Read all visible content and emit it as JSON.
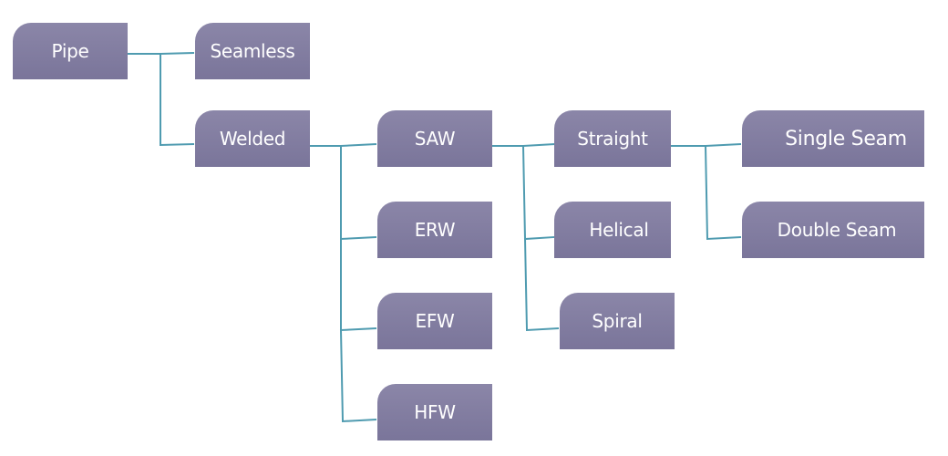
{
  "colors": {
    "node_fill_top": "#8b86a8",
    "node_fill_bottom": "#7a759a",
    "connector": "#4f9bb0",
    "text": "#ffffff"
  },
  "nodes": {
    "pipe": "Pipe",
    "seamless": "Seamless",
    "welded": "Welded",
    "saw": "SAW",
    "erw": "ERW",
    "efw": "EFW",
    "hfw": "HFW",
    "straight": "Straight",
    "helical": "Helical",
    "spiral": "Spiral",
    "single_seam": "Single Seam",
    "double_seam": "Double Seam"
  },
  "edges": [
    [
      "pipe",
      "seamless"
    ],
    [
      "pipe",
      "welded"
    ],
    [
      "welded",
      "saw"
    ],
    [
      "welded",
      "erw"
    ],
    [
      "welded",
      "efw"
    ],
    [
      "welded",
      "hfw"
    ],
    [
      "saw",
      "straight"
    ],
    [
      "saw",
      "helical"
    ],
    [
      "saw",
      "spiral"
    ],
    [
      "straight",
      "single_seam"
    ],
    [
      "straight",
      "double_seam"
    ]
  ]
}
